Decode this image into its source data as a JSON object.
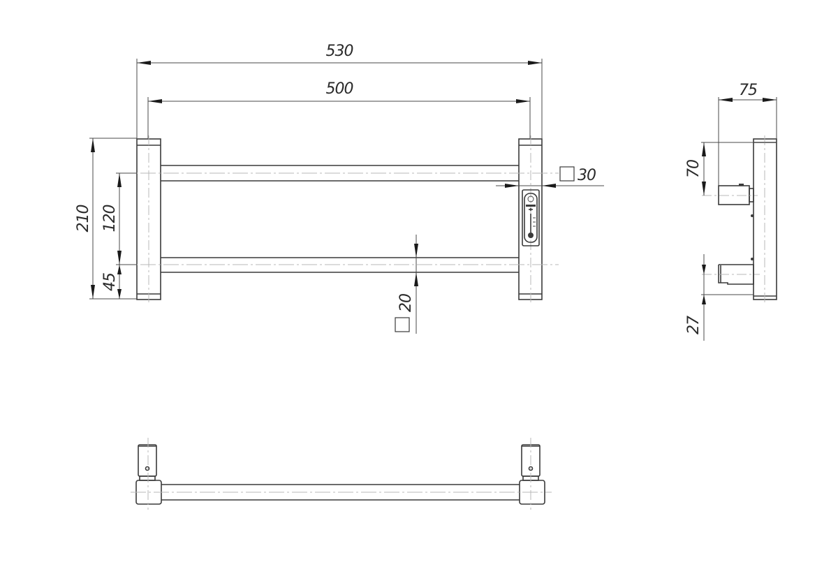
{
  "drawing": {
    "type": "technical-drawing",
    "subject": "heated towel rail, two-bar, with thermostat controller",
    "views": [
      "front-view",
      "side-view",
      "top-view"
    ]
  },
  "dimensions": {
    "overall_width": "530",
    "bar_length": "500",
    "overall_height": "210",
    "bar_spacing": "120",
    "bottom_offset": "45",
    "post_section": "30",
    "bar_section": "20",
    "depth": "75",
    "top_mount": "70",
    "bottom_mount": "27"
  },
  "colors": {
    "line": "#3a3a3a",
    "centerline": "#b8b8b8",
    "text": "#2a2a2a",
    "background": "#ffffff"
  },
  "icons": {
    "thermostat": "thermometer-icon",
    "square_section": "square-section-symbol"
  }
}
